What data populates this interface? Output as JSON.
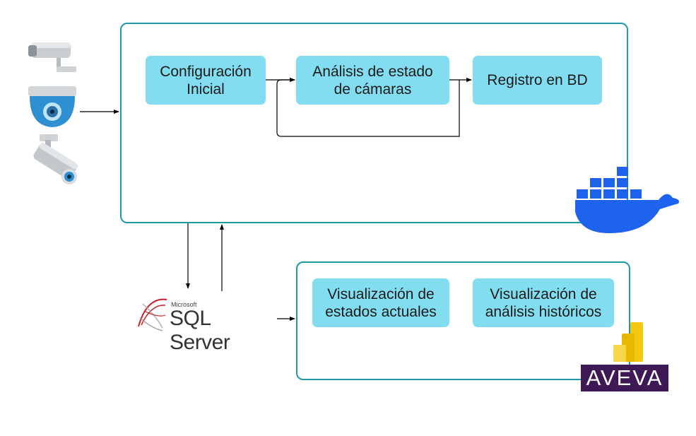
{
  "process": {
    "config_label": "Configuración\nInicial",
    "analysis_label": "Análisis de estado\nde cámaras",
    "registry_label": "Registro en BD"
  },
  "visualization": {
    "current_label": "Visualización de\nestados actuales",
    "historic_label": "Visualización de\nanálisis históricos"
  },
  "database": {
    "vendor": "Microsoft",
    "name": "SQL Server"
  },
  "brands": {
    "aveva": "AVEVA"
  },
  "colors": {
    "frame": "#1f9aa6",
    "box": "#83ddf0",
    "docker": "#1d63ed",
    "aveva": "#3d1a55"
  },
  "icons": [
    "bullet-camera-icon",
    "dome-camera-icon",
    "security-camera-icon",
    "docker-whale-icon",
    "sql-server-logo-icon",
    "power-bi-icon",
    "aveva-logo"
  ]
}
